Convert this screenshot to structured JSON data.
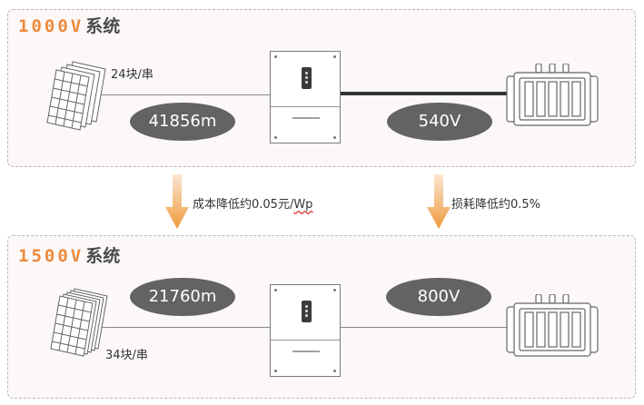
{
  "top_system": {
    "title_voltage": "1000V",
    "title_suffix": "系统",
    "module_count": "24块/串",
    "cable_length": "41856m",
    "dc_voltage": "540V"
  },
  "bottom_system": {
    "title_voltage": "1500V",
    "title_suffix": "系统",
    "module_count": "34块/串",
    "cable_length": "21760m",
    "dc_voltage": "800V"
  },
  "arrows": {
    "cost_prefix": "成本降低约0.05元/",
    "cost_unit": "Wp",
    "loss_text": "损耗降低约0.5%"
  },
  "colors": {
    "accent": "#ee8a3c",
    "pill": "#636363",
    "panel_bg": "#fbf8f7"
  },
  "icons": [
    "solar-panel-icon",
    "inverter-icon",
    "transformer-icon",
    "down-arrow-icon"
  ]
}
